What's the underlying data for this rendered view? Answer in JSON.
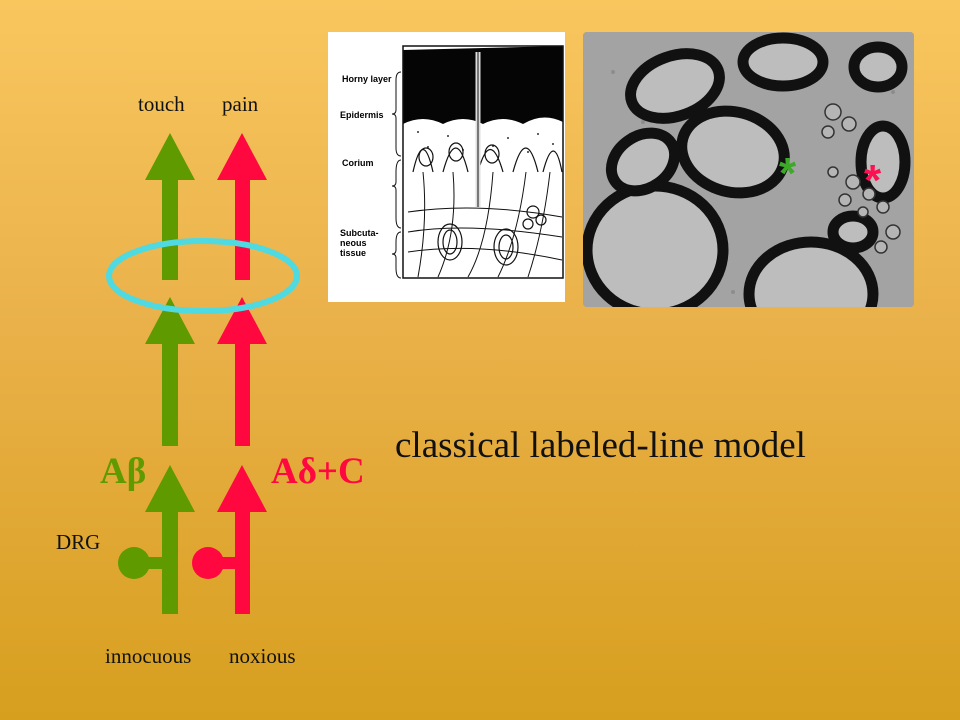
{
  "labels": {
    "touch": "touch",
    "pain": "pain",
    "fiber_a_beta": "Aβ",
    "fiber_a_delta_c": "Aδ+C",
    "drg": "DRG",
    "innocuous": "innocuous",
    "noxious": "noxious",
    "title": "classical labeled-line model"
  },
  "skin_figure": {
    "horny_layer": "Horny layer",
    "epidermis": "Epidermis",
    "corium": "Corium",
    "subcutaneous": "Subcuta- neous tissue"
  },
  "em_figure": {
    "star_left": "*",
    "star_right": "*"
  },
  "colors": {
    "touch_fiber": "#5e9a00",
    "pain_fiber": "#ff0840",
    "ring": "#4fd9e0",
    "star_left": "#3caa28",
    "star_right": "#ff1050"
  }
}
